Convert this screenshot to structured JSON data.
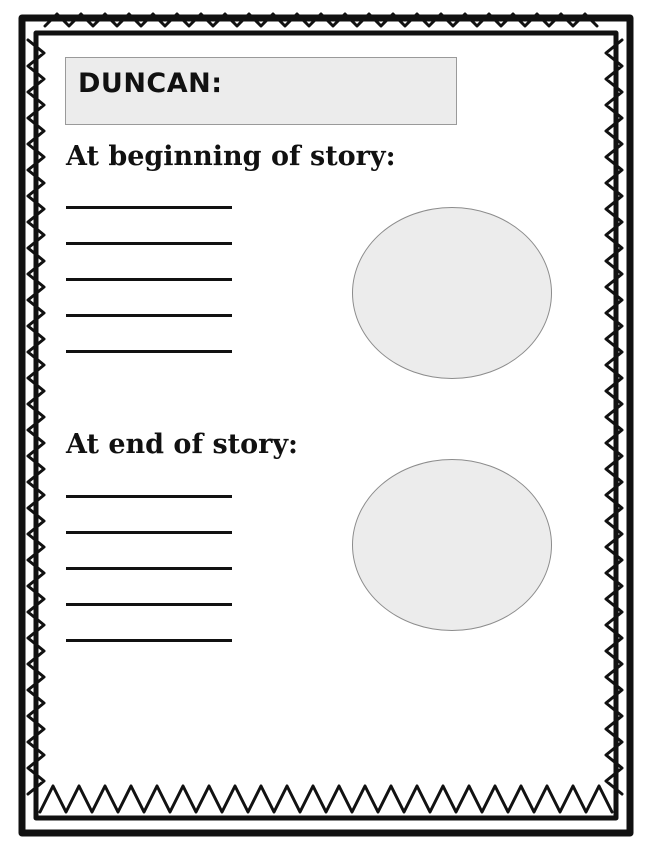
{
  "worksheet": {
    "name_label": "DUNCAN:",
    "sections": [
      {
        "heading": "At beginning of story:",
        "blank_line_count": 5
      },
      {
        "heading": "At end of story:",
        "blank_line_count": 5
      }
    ]
  },
  "colors": {
    "border": "#111111",
    "box_fill": "#ececec",
    "box_stroke": "#9a9a9a",
    "circle_fill": "#ececec",
    "circle_stroke": "#8c8c8c"
  }
}
